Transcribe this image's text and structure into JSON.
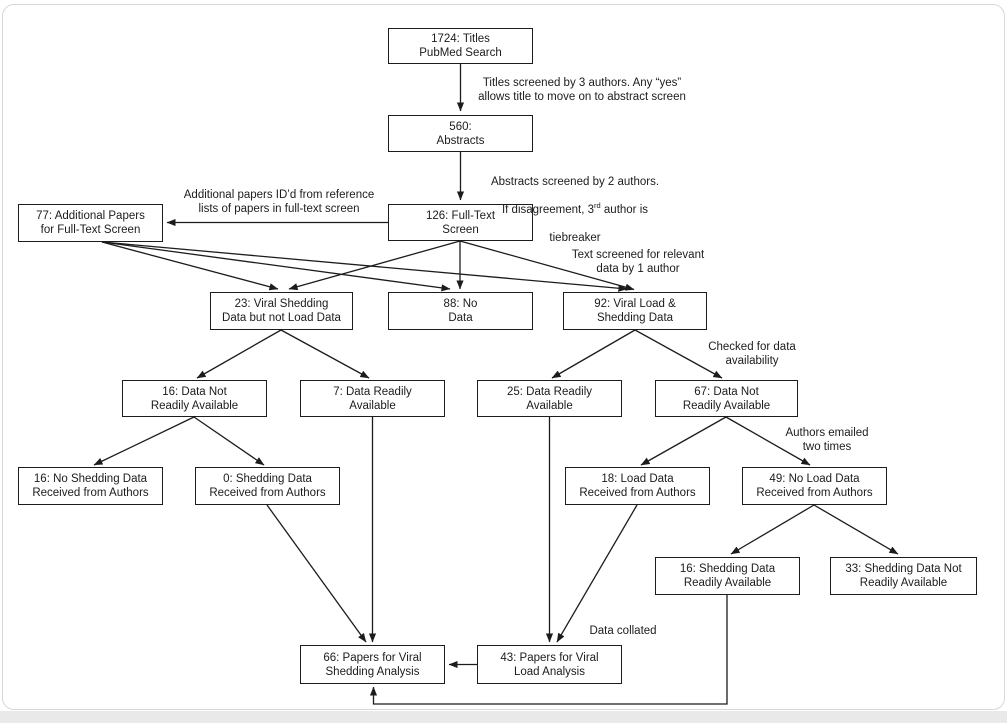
{
  "nodes": {
    "titles1724": {
      "label": "1724: Titles\nPubMed Search"
    },
    "abstracts560": {
      "label": "560:\nAbstracts"
    },
    "additional77": {
      "label": "77: Additional Papers\nfor Full-Text Screen"
    },
    "fulltext126": {
      "label": "126: Full-Text\nScreen"
    },
    "shedonly23": {
      "label": "23: Viral Shedding\nData but not Load Data"
    },
    "nodata88": {
      "label": "88: No\nData"
    },
    "loadshed92": {
      "label": "92: Viral Load &\nShedding Data"
    },
    "notready16": {
      "label": "16: Data Not\nReadily Available"
    },
    "ready7": {
      "label": "7: Data Readily\nAvailable"
    },
    "ready25": {
      "label": "25: Data Readily\nAvailable"
    },
    "notready67": {
      "label": "67: Data Not\nReadily Available"
    },
    "noshed16": {
      "label": "16: No Shedding Data\nReceived from Authors"
    },
    "shed0": {
      "label": "0: Shedding Data\nReceived from Authors"
    },
    "load18": {
      "label": "18: Load Data\nReceived from Authors"
    },
    "noload49": {
      "label": "49: No Load Data\nReceived from Authors"
    },
    "shedready16": {
      "label": "16: Shedding Data\nReadily Available"
    },
    "shednotready33": {
      "label": "33: Shedding Data Not\nReadily Available"
    },
    "shedanalysis66": {
      "label": "66: Papers for Viral\nShedding Analysis"
    },
    "loadanalysis43": {
      "label": "43: Papers for Viral\nLoad Analysis"
    }
  },
  "annotations": {
    "titles_screen": {
      "text": "Titles screened by 3 authors. Any “yes”\nallows title to move on to abstract screen"
    },
    "abstracts_screen": {
      "line1": "Abstracts screened by 2 authors.",
      "line2_pre": "If disagreement, 3",
      "line2_sup": "rd",
      "line2_post": " author is",
      "line3": "tiebreaker"
    },
    "additional_papers": {
      "text": "Additional papers ID’d from reference\nlists of papers in full-text screen"
    },
    "text_screen": {
      "text": "Text screened for relevant\ndata by 1 author"
    },
    "checked": {
      "text": "Checked for data\navailability"
    },
    "emailed": {
      "text": "Authors emailed\ntwo times"
    },
    "collated": {
      "text": "Data collated"
    }
  },
  "edges": [
    {
      "from": "titles1724",
      "to": "abstracts560"
    },
    {
      "from": "abstracts560",
      "to": "fulltext126"
    },
    {
      "from": "fulltext126",
      "to": "additional77"
    },
    {
      "from": "additional77",
      "to": "shedonly23"
    },
    {
      "from": "additional77",
      "to": "nodata88"
    },
    {
      "from": "additional77",
      "to": "loadshed92"
    },
    {
      "from": "fulltext126",
      "to": "shedonly23"
    },
    {
      "from": "fulltext126",
      "to": "nodata88"
    },
    {
      "from": "fulltext126",
      "to": "loadshed92"
    },
    {
      "from": "shedonly23",
      "to": "notready16"
    },
    {
      "from": "shedonly23",
      "to": "ready7"
    },
    {
      "from": "loadshed92",
      "to": "ready25"
    },
    {
      "from": "loadshed92",
      "to": "notready67"
    },
    {
      "from": "notready16",
      "to": "noshed16"
    },
    {
      "from": "notready16",
      "to": "shed0"
    },
    {
      "from": "notready67",
      "to": "load18"
    },
    {
      "from": "notready67",
      "to": "noload49"
    },
    {
      "from": "ready7",
      "to": "shedanalysis66"
    },
    {
      "from": "ready25",
      "to": "loadanalysis43"
    },
    {
      "from": "shed0",
      "to": "shedanalysis66"
    },
    {
      "from": "load18",
      "to": "loadanalysis43"
    },
    {
      "from": "noload49",
      "to": "shedready16"
    },
    {
      "from": "noload49",
      "to": "shednotready33"
    },
    {
      "from": "shedready16",
      "to": "shedanalysis66"
    },
    {
      "from": "loadanalysis43",
      "to": "shedanalysis66"
    }
  ],
  "colors": {
    "line": "#1c1c1c",
    "box_border": "#1c1c1c",
    "card_border": "#d7d7d7",
    "page_strip": "#e9e9e9"
  }
}
